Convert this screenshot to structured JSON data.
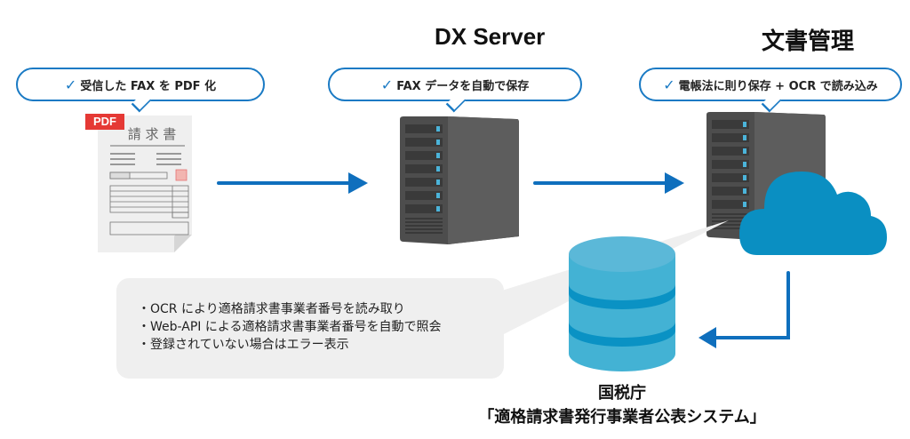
{
  "titles": {
    "server": "DX Server",
    "document": "文書管理"
  },
  "bubbles": [
    {
      "check": "✓",
      "text": "受信した FAX を PDF 化"
    },
    {
      "check": "✓",
      "text": "FAX データを自動で保存"
    },
    {
      "check": "✓",
      "text": "電帳法に則り保存 + OCR で読み込み"
    }
  ],
  "invoice": {
    "badge": "PDF",
    "heading": "請 求 書"
  },
  "note": {
    "bullet": "・",
    "items": [
      "OCR により適格請求書事業者番号を読み取り",
      "Web-API による適格請求書事業者番号を自動で照会",
      "登録されていない場合はエラー表示"
    ]
  },
  "database": {
    "caption_line1": "国税庁",
    "caption_line2": "「適格請求書発行事業者公表システム」"
  },
  "colors": {
    "accent": "#1a7ac4",
    "arrow": "#0f6fbd",
    "cloud": "#0a8fc2",
    "db_light": "#5bb8d8",
    "db_dark": "#0a92c4",
    "server_front": "#4a4a4a",
    "server_side": "#5a5a5a",
    "pdf_badge": "#e53935"
  }
}
